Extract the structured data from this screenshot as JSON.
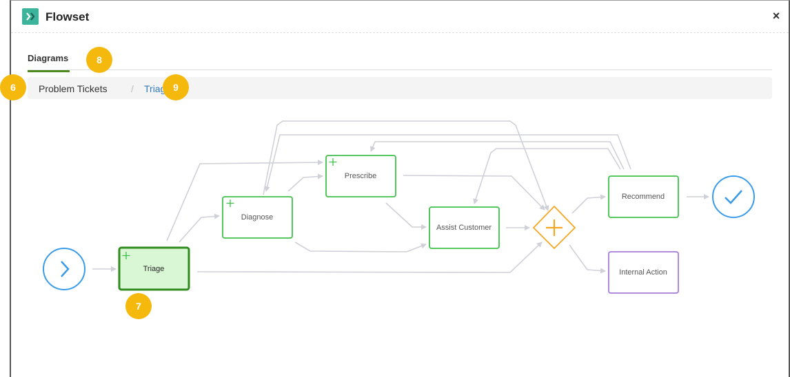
{
  "app": {
    "title": "Flowset",
    "close_label": "×"
  },
  "tabs": [
    {
      "label": "Diagrams",
      "active": true
    }
  ],
  "breadcrumb": {
    "items": [
      "Problem Tickets",
      "Triage"
    ],
    "separator": "/"
  },
  "badges": {
    "b6": "6",
    "b7": "7",
    "b8": "8",
    "b9": "9"
  },
  "diagram": {
    "nodes": {
      "triage": "Triage",
      "diagnose": "Diagnose",
      "prescribe": "Prescribe",
      "assist": "Assist Customer",
      "recommend": "Recommend",
      "internal": "Internal Action"
    }
  },
  "colors": {
    "task_border": "#3ec14a",
    "selected_fill": "#d9f7d5",
    "selected_border": "#2e8b1c",
    "event_blue": "#3a9be8",
    "gateway_orange": "#f5a623",
    "internal_purple": "#a57bd6",
    "edge_gray": "#cfd0d8",
    "badge_yellow": "#f5b80c",
    "link_blue": "#337ab7"
  },
  "icons": [
    "flowset-logo-icon",
    "close-icon",
    "start-event-icon",
    "end-event-icon",
    "gateway-icon",
    "expand-plus-icon"
  ]
}
